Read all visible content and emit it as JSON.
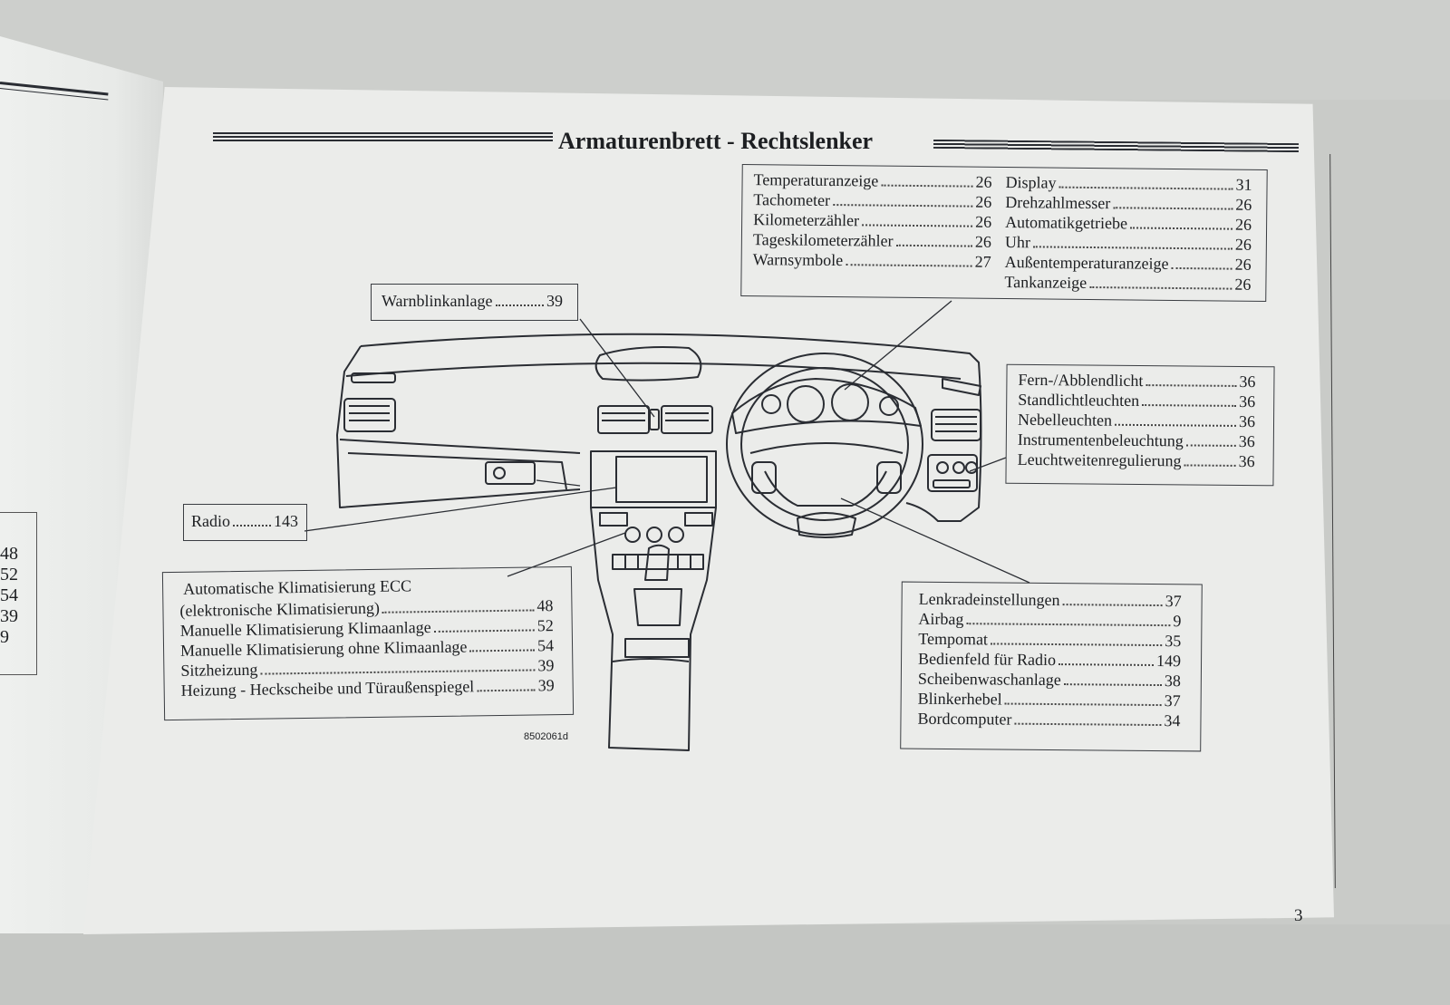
{
  "title": "Armaturenbrett - Rechtslenker",
  "page_number": "3",
  "image_code": "8502061d",
  "left_page": {
    "numbers": [
      "48",
      "52",
      "54",
      "39",
      "9"
    ]
  },
  "gauges_left": [
    {
      "label": "Temperaturanzeige",
      "page": "26"
    },
    {
      "label": "Tachometer",
      "page": "26"
    },
    {
      "label": "Kilometerzähler",
      "page": "26"
    },
    {
      "label": "Tageskilometerzähler",
      "page": "26"
    },
    {
      "label": "Warnsymbole",
      "page": "27"
    }
  ],
  "gauges_right": [
    {
      "label": "Display",
      "page": "31"
    },
    {
      "label": "Drehzahlmesser",
      "page": "26"
    },
    {
      "label": "Automatikgetriebe",
      "page": "26"
    },
    {
      "label": "Uhr",
      "page": "26"
    },
    {
      "label": "Außentemperaturanzeige",
      "page": "26"
    },
    {
      "label": "Tankanzeige",
      "page": "26"
    }
  ],
  "warnblink": {
    "label": "Warnblinkanlage",
    "page": "39"
  },
  "lights": [
    {
      "label": "Fern-/Abblendlicht",
      "page": "36"
    },
    {
      "label": "Standlichtleuchten",
      "page": "36"
    },
    {
      "label": "Nebelleuchten",
      "page": "36"
    },
    {
      "label": "Instrumentenbeleuchtung",
      "page": "36"
    },
    {
      "label": "Leuchtweitenregulierung",
      "page": "36"
    }
  ],
  "radio": {
    "label": "Radio",
    "page": "143"
  },
  "climate": {
    "heading": "Automatische Klimatisierung ECC",
    "items": [
      {
        "label": "(elektronische Klimatisierung)",
        "page": "48"
      },
      {
        "label": "Manuelle Klimatisierung Klimaanlage",
        "page": "52"
      },
      {
        "label": "Manuelle Klimatisierung ohne Klimaanlage",
        "page": "54"
      },
      {
        "label": "Sitzheizung",
        "page": "39"
      },
      {
        "label": "Heizung - Heckscheibe und Türaußenspiegel",
        "page": "39"
      }
    ]
  },
  "steering": [
    {
      "label": "Lenkradeinstellungen",
      "page": "37"
    },
    {
      "label": "Airbag",
      "page": "9"
    },
    {
      "label": "Tempomat",
      "page": "35"
    },
    {
      "label": "Bedienfeld für Radio",
      "page": "149"
    },
    {
      "label": "Scheibenwaschanlage",
      "page": "38"
    },
    {
      "label": "Blinkerhebel",
      "page": "37"
    },
    {
      "label": "Bordcomputer",
      "page": "34"
    }
  ]
}
